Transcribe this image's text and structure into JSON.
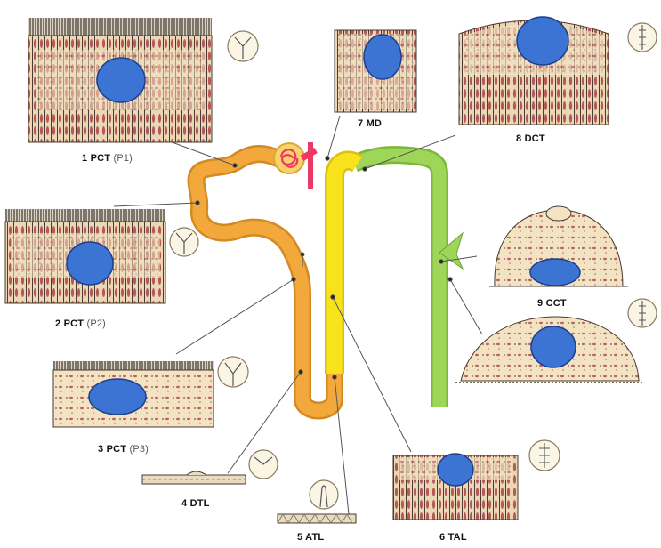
{
  "labels": {
    "pct_p1": {
      "code": "1 PCT",
      "sub": "(P1)"
    },
    "pct_p2": {
      "code": "2 PCT",
      "sub": "(P2)"
    },
    "pct_p3": {
      "code": "3 PCT",
      "sub": "(P3)"
    },
    "dtl": "4 DTL",
    "atl": "5 ATL",
    "tal": "6 TAL",
    "md": "7 MD",
    "dct": "8 DCT",
    "cct": "9 CCT"
  },
  "colors": {
    "proximal_tubule": "#f2a83a",
    "thick_ascending_limb": "#f7e21c",
    "collecting_duct": "#9ed65a",
    "glomerulus": "#ec3a64",
    "nucleus": "#3c74d4",
    "cytoplasm": "#f3e3c2",
    "mitochondria": "#b85a5a",
    "leader_line": "#555555"
  }
}
